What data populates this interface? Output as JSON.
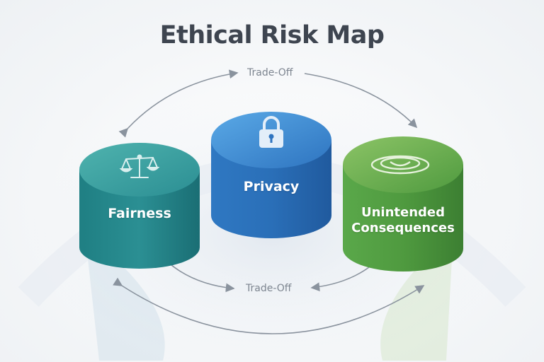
{
  "title": "Ethical Risk Map",
  "tradeoffs": {
    "top": "Trade-Off",
    "bottom": "Trade-Off"
  },
  "nodes": [
    {
      "label": "Fairness",
      "icon": "scales-icon",
      "color": "#2a8a8e"
    },
    {
      "label": "Privacy",
      "icon": "lock-icon",
      "color": "#2f74c0"
    },
    {
      "label_line1": "Unintended",
      "label_line2": "Consequences",
      "icon": "ripple-icon",
      "color": "#4f9a3f"
    }
  ],
  "colors": {
    "title": "#3e4550",
    "arrow": "#8a939e",
    "teal": "#2a8a8e",
    "blue": "#2f74c0",
    "green": "#4f9a3f"
  }
}
